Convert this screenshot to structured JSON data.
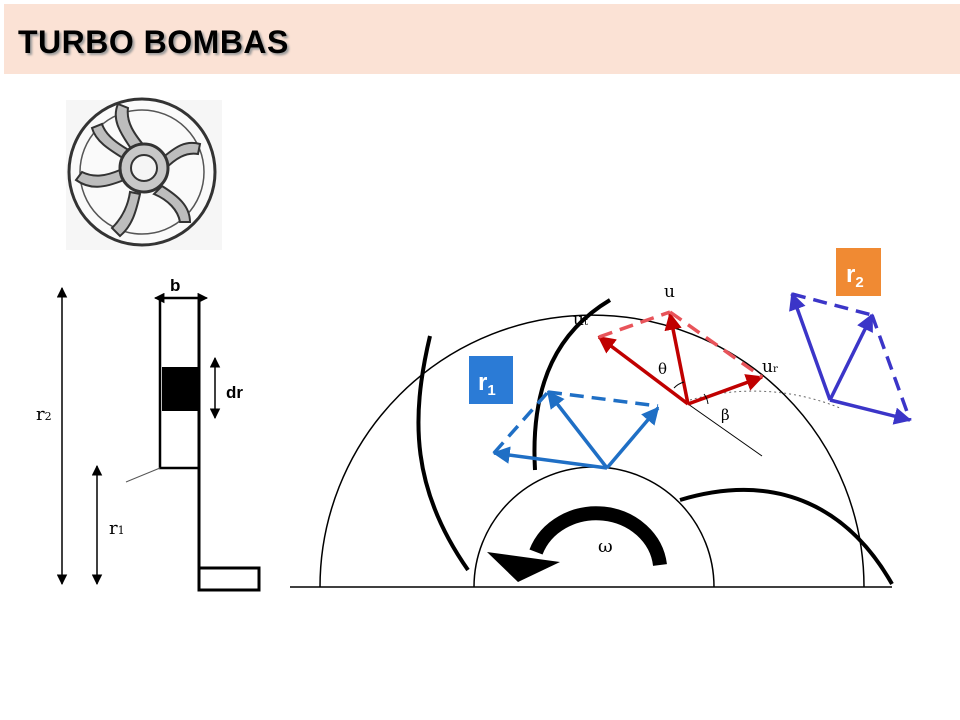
{
  "header": {
    "title": "TURBO BOMBAS"
  },
  "side_view": {
    "b_label": "b",
    "dr_label": "dr",
    "r2_label": "r",
    "r2_sub": "2",
    "r1_label": "r",
    "r1_sub": "1"
  },
  "triangles": {
    "r1_badge": "r",
    "r1_badge_sub": "1",
    "r2_badge": "r",
    "r2_badge_sub": "2",
    "u_label": "u",
    "ut_label": "u",
    "ut_sub": "t",
    "ur_label": "u",
    "ur_sub": "r",
    "theta_label": "θ",
    "beta_label": "β",
    "omega_label": "ω"
  },
  "colors": {
    "title_bg": "#fbe2d5",
    "red": "#c00000",
    "red_dash": "#e8545a",
    "blue": "#1f6fc5",
    "violet": "#3b35c8",
    "badge_blue": "#2b7bd6",
    "badge_orange": "#f08a33"
  }
}
